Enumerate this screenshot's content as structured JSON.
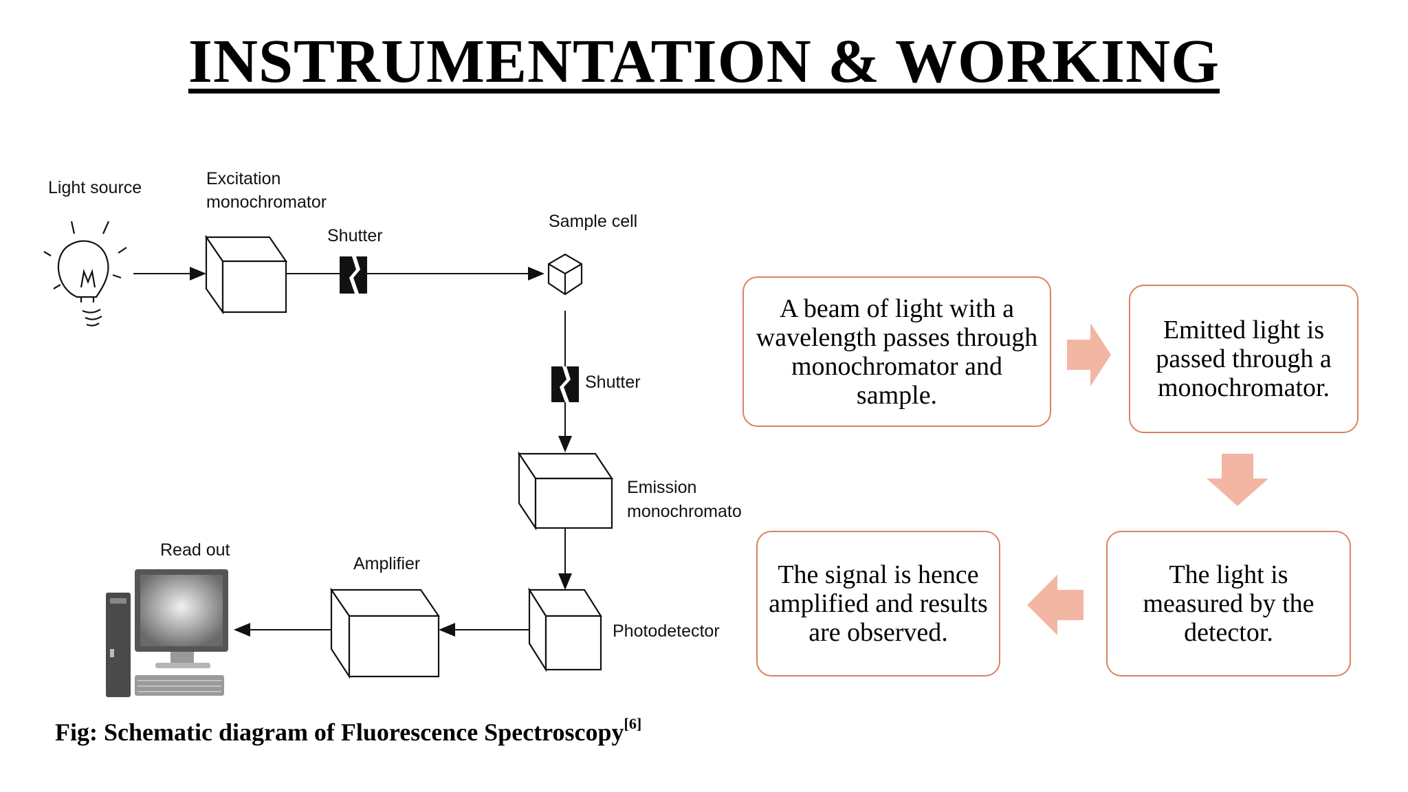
{
  "title": "INSTRUMENTATION & WORKING",
  "diagram": {
    "labels": {
      "light_source": "Light source",
      "excitation_line1": "Excitation",
      "excitation_line2": "monochromator",
      "shutter1": "Shutter",
      "sample_cell": "Sample cell",
      "shutter2": "Shutter",
      "emission_line1": "Emission",
      "emission_line2": "monochromator",
      "photodetector": "Photodetector",
      "amplifier": "Amplifier",
      "read_out": "Read out"
    }
  },
  "caption": {
    "text": "Fig: Schematic diagram of Fluorescence Spectroscopy",
    "reference": "[6]"
  },
  "flow": {
    "steps": [
      "A beam of light with a wavelength passes through monochromator and sample.",
      "Emitted light is passed through a monochromator.",
      "The light is measured by the detector.",
      "The signal is hence amplified and results are observed."
    ],
    "accent_color": "#dc8060",
    "arrow_color": "#f2b6a3"
  }
}
